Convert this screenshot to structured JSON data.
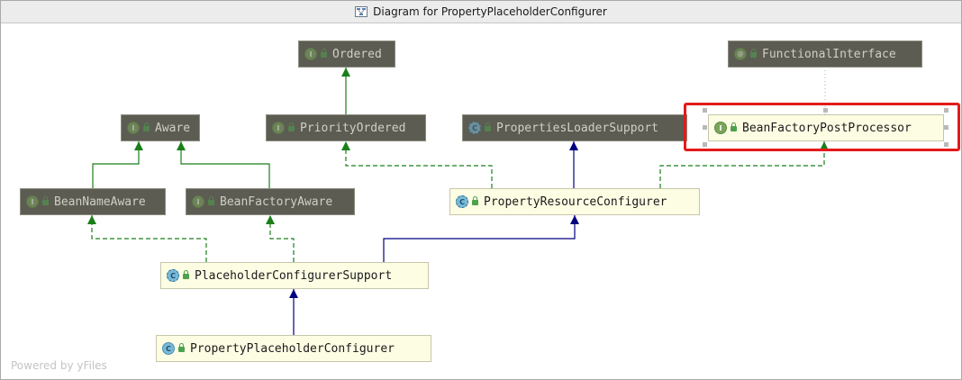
{
  "window": {
    "title": "Diagram for PropertyPlaceholderConfigurer"
  },
  "nodes": {
    "ordered": {
      "label": "Ordered",
      "kind": "interface"
    },
    "functional_interface": {
      "label": "FunctionalInterface",
      "kind": "annotation"
    },
    "aware": {
      "label": "Aware",
      "kind": "interface"
    },
    "priority_ordered": {
      "label": "PriorityOrdered",
      "kind": "interface"
    },
    "properties_loader_support": {
      "label": "PropertiesLoaderSupport",
      "kind": "abstract-class"
    },
    "bean_factory_post_processor": {
      "label": "BeanFactoryPostProcessor",
      "kind": "interface"
    },
    "bean_name_aware": {
      "label": "BeanNameAware",
      "kind": "interface"
    },
    "bean_factory_aware": {
      "label": "BeanFactoryAware",
      "kind": "interface"
    },
    "property_resource_configurer": {
      "label": "PropertyResourceConfigurer",
      "kind": "abstract-class"
    },
    "placeholder_configurer_support": {
      "label": "PlaceholderConfigurerSupport",
      "kind": "abstract-class"
    },
    "property_placeholder_configurer": {
      "label": "PropertyPlaceholderConfigurer",
      "kind": "class"
    }
  },
  "badges": {
    "interface": "I",
    "class": "C",
    "abstract": "C",
    "annotation": "@"
  },
  "edges": [
    {
      "from": "priority_ordered",
      "to": "ordered",
      "type": "extends-interface"
    },
    {
      "from": "bean_name_aware",
      "to": "aware",
      "type": "extends-interface"
    },
    {
      "from": "bean_factory_aware",
      "to": "aware",
      "type": "extends-interface"
    },
    {
      "from": "property_resource_configurer",
      "to": "priority_ordered",
      "type": "implements"
    },
    {
      "from": "property_resource_configurer",
      "to": "properties_loader_support",
      "type": "extends-class"
    },
    {
      "from": "property_resource_configurer",
      "to": "bean_factory_post_processor",
      "type": "implements"
    },
    {
      "from": "bean_factory_post_processor",
      "to": "functional_interface",
      "type": "annotated-by"
    },
    {
      "from": "placeholder_configurer_support",
      "to": "bean_name_aware",
      "type": "implements"
    },
    {
      "from": "placeholder_configurer_support",
      "to": "bean_factory_aware",
      "type": "implements"
    },
    {
      "from": "placeholder_configurer_support",
      "to": "property_resource_configurer",
      "type": "extends-class"
    },
    {
      "from": "property_placeholder_configurer",
      "to": "placeholder_configurer_support",
      "type": "extends-class"
    }
  ],
  "colors": {
    "interface_edge": "#1a7f1a",
    "class_edge": "#000080",
    "annotation_edge": "#9ab89a",
    "highlight": "#e41a1a",
    "gray_node_fill": "#5c5c52",
    "yellow_node_fill": "#fdfde4"
  },
  "highlighted_node": "bean_factory_post_processor",
  "footer": {
    "watermark": "Powered by yFiles"
  }
}
